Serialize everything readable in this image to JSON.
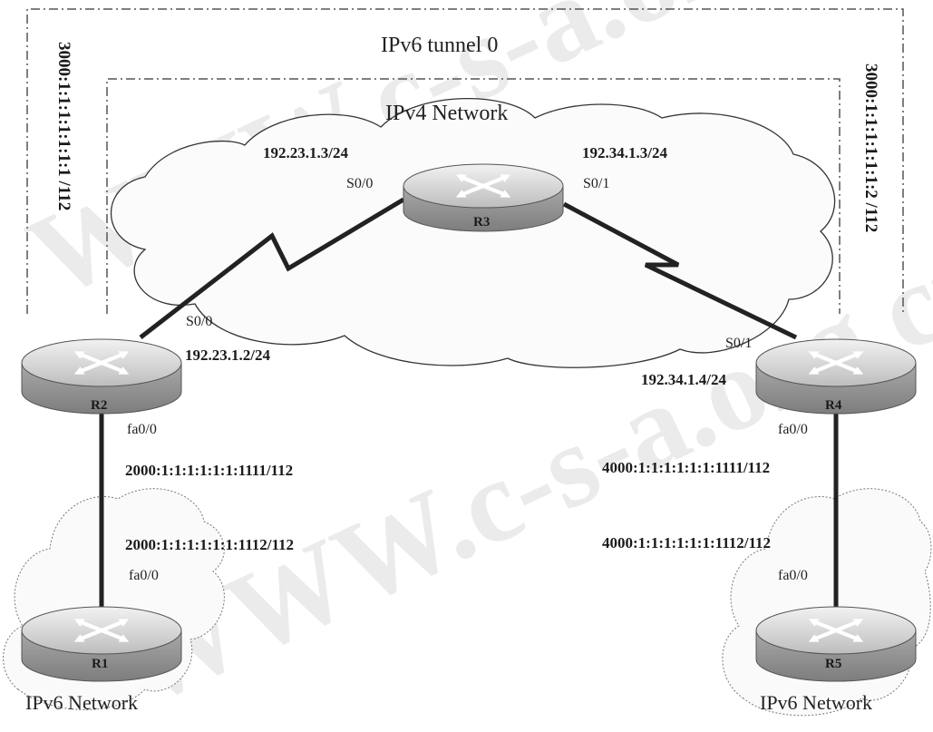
{
  "tunnel_label": "IPv6 tunnel 0",
  "ipv4_network_label": "IPv4 Network",
  "ipv6_network_left": "IPv6 Network",
  "ipv6_network_right": "IPv6 Network",
  "tunnel_addr_left": "3000:1:1:1:1:1:1:1 /112",
  "tunnel_addr_right": "3000:1:1:1:1:1:1:2 /112",
  "watermark": "WWW.c-s-a.org.cn",
  "routers": {
    "r1": "R1",
    "r2": "R2",
    "r3": "R3",
    "r4": "R4",
    "r5": "R5"
  },
  "r3": {
    "left_ip": "192.23.1.3/24",
    "left_port": "S0/0",
    "right_ip": "192.34.1.3/24",
    "right_port": "S0/1"
  },
  "r2": {
    "serial_port": "S0/0",
    "serial_ip": "192.23.1.2/24",
    "fa_port": "fa0/0",
    "fa_ip": "2000:1:1:1:1:1:1:1111/112"
  },
  "r1": {
    "fa_ip": "2000:1:1:1:1:1:1:1112/112",
    "fa_port": "fa0/0"
  },
  "r4": {
    "serial_port": "S0/1",
    "serial_ip": "192.34.1.4/24",
    "fa_port": "fa0/0",
    "fa_ip": "4000:1:1:1:1:1:1:1111/112"
  },
  "r5": {
    "fa_ip": "4000:1:1:1:1:1:1:1112/112",
    "fa_port": "fa0/0"
  }
}
